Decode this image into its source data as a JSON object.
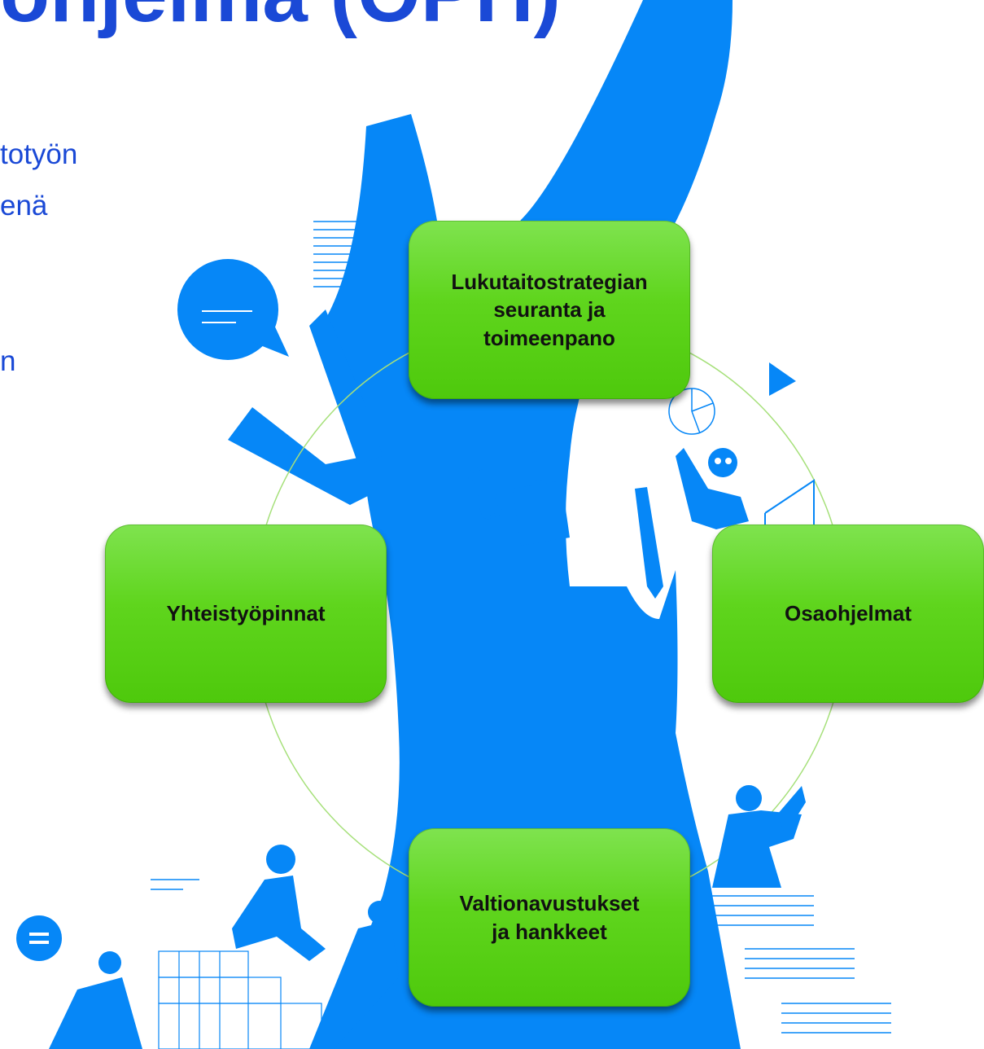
{
  "slide": {
    "title_fragment": "ohjelma (OPH)",
    "bullets": [
      "totyön",
      "enä",
      "n"
    ]
  },
  "diagram": {
    "nodes": [
      {
        "id": "top",
        "label": "Lukutaitostrategian\nseuranta ja\ntoimeenpano"
      },
      {
        "id": "left",
        "label": "Yhteistyöpinnat"
      },
      {
        "id": "right",
        "label": "Osaohjelmat"
      },
      {
        "id": "bottom",
        "label": "Valtionavustukset\nja hankkeet"
      }
    ]
  },
  "colors": {
    "tree": "#0687f7",
    "title_text": "#1a49d6",
    "box_green": "#5fd51d",
    "cycle_line": "#a6e07a"
  }
}
